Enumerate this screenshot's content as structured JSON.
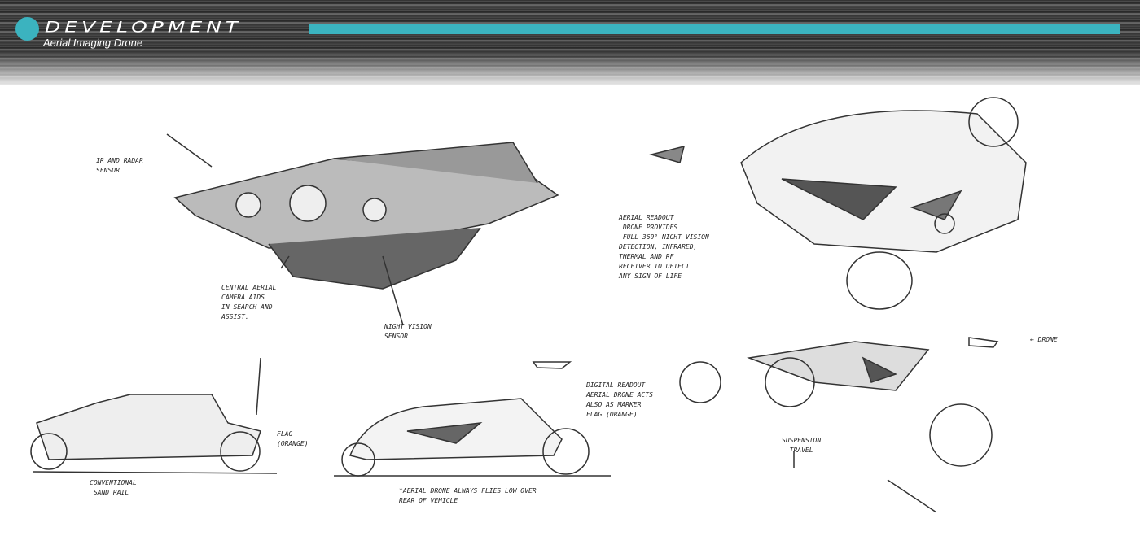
{
  "header": {
    "title": "DEVELOPMENT",
    "subtitle": "Aerial Imaging Drone",
    "accent": "#3bb3bf"
  },
  "notes": {
    "ir_sensor": "IR and radar\nsensor",
    "central_camera": "Central aerial\ncamera aids\nin search and\nassist.",
    "night_vision": "Night vision\nsensor",
    "aerial_readout": "Aerial readout\n drone provides\n full 360° night vision\ndetection, infrared,\nthermal and RF\nreceiver to detect\nany sign of life",
    "drone": "← Drone",
    "flag": "Flag\n(orange)",
    "sand_rail": "Conventional\n sand rail",
    "digital_readout": "Digital readout\naerial drone acts\nalso as marker\nflag (orange)",
    "flies_low": "*Aerial drone always flies low over\nrear of vehicle",
    "suspension": "Suspension\n  travel"
  }
}
